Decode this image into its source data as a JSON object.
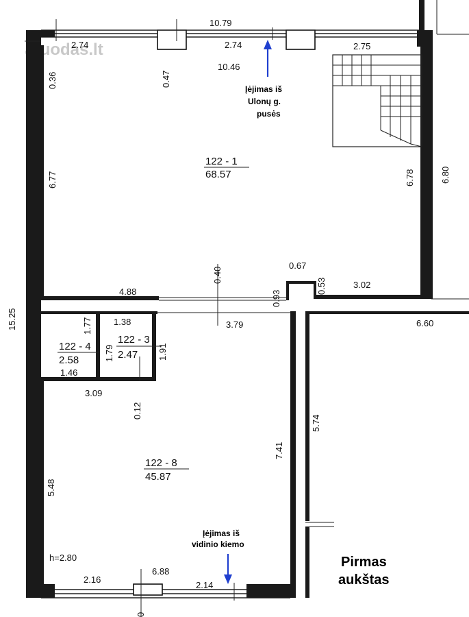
{
  "watermark": "aruodas.lt",
  "dimensions": {
    "top_total": "10.79",
    "top_left_win": "2.74",
    "top_mid_win": "2.74",
    "top_right_win": "2.75",
    "inner_width": "10.46",
    "wall_036": "0.36",
    "lintel_047": "0.47",
    "left_677": "6.77",
    "right_678": "6.78",
    "outer_680": "6.80",
    "total_1525": "15.25",
    "corr_040": "0.40",
    "w_067": "0.67",
    "w_053": "0.53",
    "w_093": "0.93",
    "w_488": "4.88",
    "w_302": "3.02",
    "w_379": "3.79",
    "w_660": "6.60",
    "w_177": "1.77",
    "w_138": "1.38",
    "w_179": "1.79",
    "w_191": "1.91",
    "w_146": "1.46",
    "w_309": "3.09",
    "w_012": "0.12",
    "w_574": "5.74",
    "w_741": "7.41",
    "w_548": "5.48",
    "w_216": "2.16",
    "w_688": "6.88",
    "w_214": "2.14",
    "bottom_0": "0"
  },
  "rooms": {
    "r1": {
      "num": "122  -  1",
      "area": "68.57"
    },
    "r4": {
      "num": "122  -  4",
      "area": "2.58"
    },
    "r3": {
      "num": "122  -  3",
      "area": "2.47"
    },
    "r8": {
      "num": "122  -  8",
      "area": "45.87"
    }
  },
  "height_note": "h=2.80",
  "entrance_top": {
    "line1": "Įėjimas iš",
    "line2": "Ulonų g.",
    "line3": "pusės"
  },
  "entrance_bottom": {
    "line1": "Įėjimas iš",
    "line2": "vidinio kiemo"
  },
  "floor_label": {
    "line1": "Pirmas",
    "line2": "aukštas"
  },
  "colors": {
    "arrow": "#1f3fcf",
    "wall": "#1a1a1a",
    "watermark": "#c8c8c8"
  }
}
